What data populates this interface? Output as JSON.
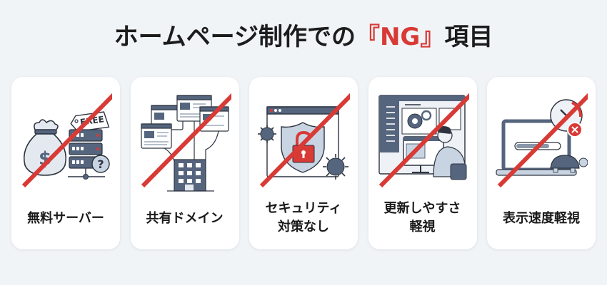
{
  "header": {
    "title_prefix": "ホームページ制作での",
    "title_highlight": "『NG』",
    "title_suffix": "項目"
  },
  "colors": {
    "background": "#f1f4f7",
    "card": "#ffffff",
    "accent_red": "#d83a36",
    "icon_slate": "#56657e",
    "icon_light": "#e4e9f0",
    "text": "#1a1a1a"
  },
  "cards": [
    {
      "icon": "free-server-icon",
      "line1": "無料サーバー",
      "line2": "",
      "free_tag": "FREE"
    },
    {
      "icon": "shared-domain-icon",
      "line1": "共有ドメイン",
      "line2": ""
    },
    {
      "icon": "security-unlocked-icon",
      "line1": "セキュリティ",
      "line2": "対策なし"
    },
    {
      "icon": "cms-update-icon",
      "line1": "更新しやすさ",
      "line2": "軽視"
    },
    {
      "icon": "slow-speed-icon",
      "line1": "表示速度軽視",
      "line2": ""
    }
  ]
}
